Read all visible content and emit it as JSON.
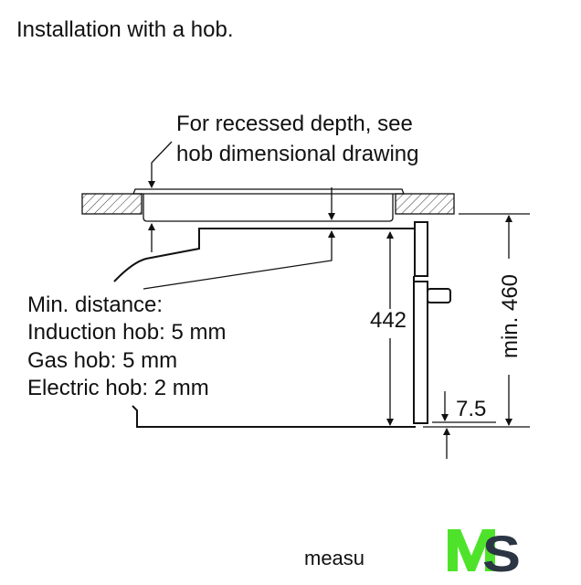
{
  "title": "Installation with a hob.",
  "callout": {
    "line1": "For recessed depth, see",
    "line2": "hob dimensional drawing"
  },
  "min_distance": {
    "heading": "Min. distance:",
    "induction": "Induction hob: 5 mm",
    "gas": "Gas hob: 5 mm",
    "electric": "Electric hob: 2 mm"
  },
  "dimensions": {
    "height": "442",
    "min_height": "min. 460",
    "gap": "7.5"
  },
  "footer": {
    "text": "measu",
    "logo": "MS"
  },
  "colors": {
    "logo_green": "#4ee32a",
    "logo_dark": "#2b3544"
  }
}
